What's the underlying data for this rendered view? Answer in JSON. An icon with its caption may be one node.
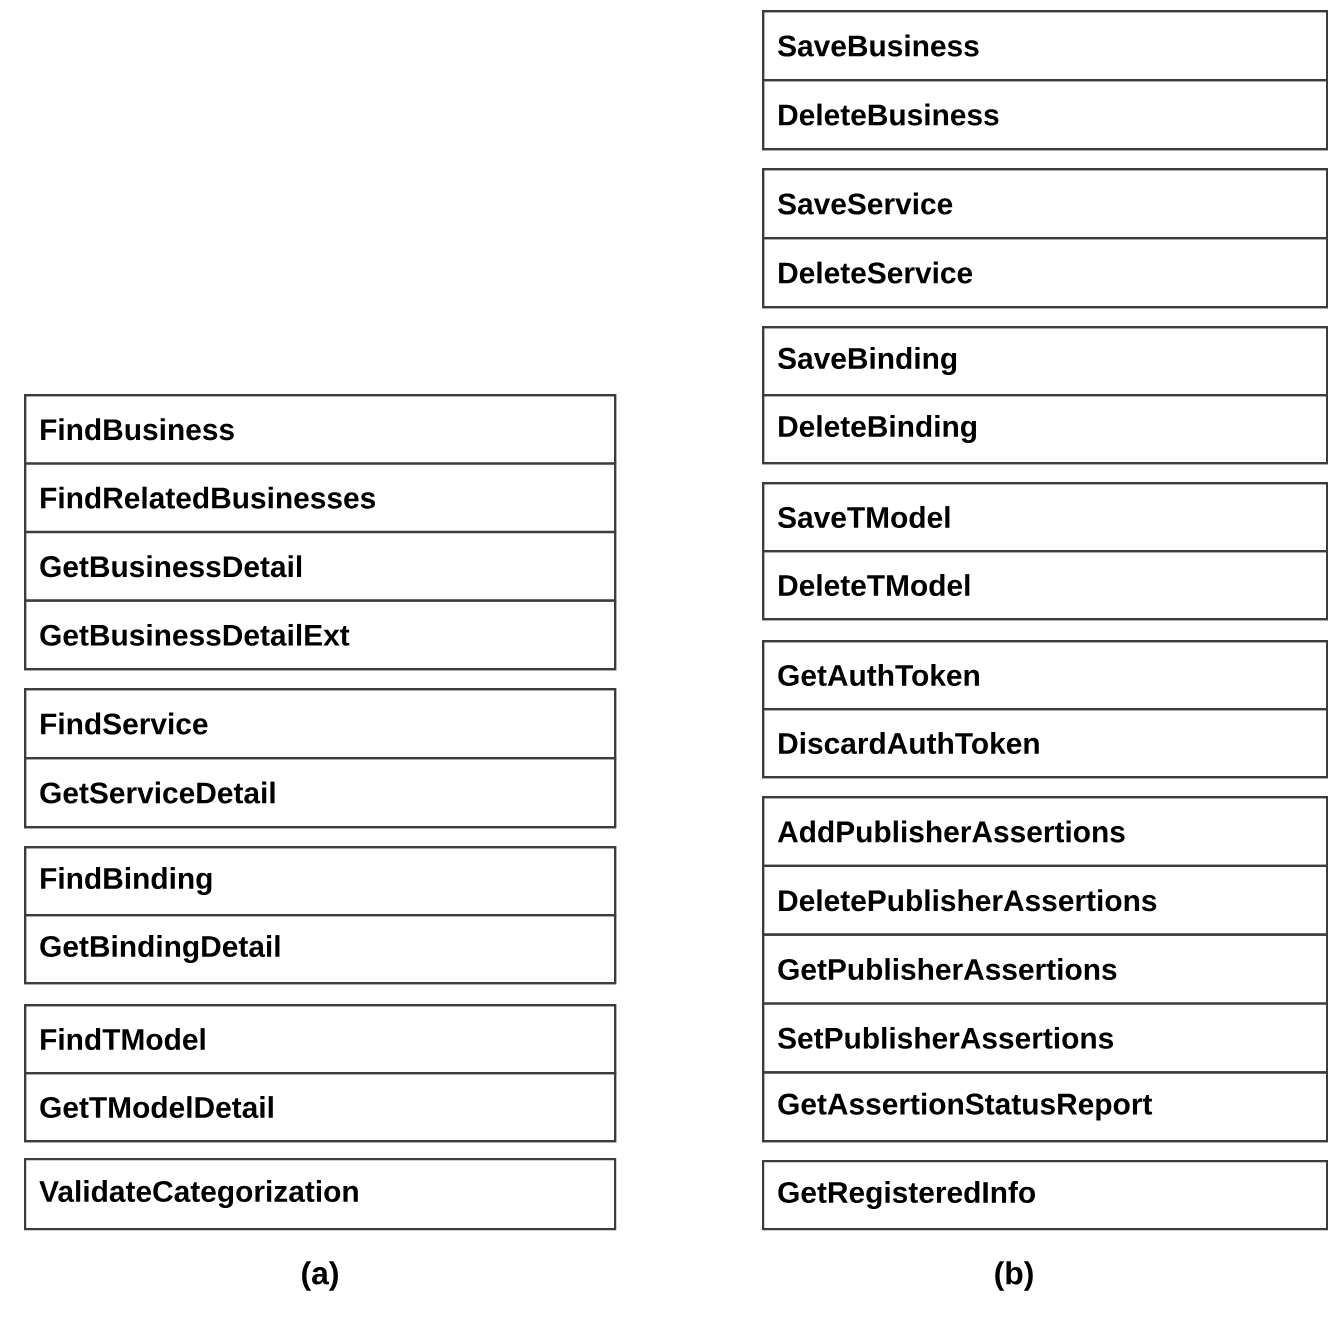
{
  "diagram": {
    "nodes": [
      {
        "text": [],
        "shape": "box"
      },
      {
        "text": [
          "FindBusiness"
        ],
        "in": 0
      },
      {
        "text": [
          "FindRelatedBusinesses"
        ],
        "in": 0
      },
      {
        "text": [
          "GetBusinessDetail"
        ],
        "in": 0
      },
      {
        "text": [
          "GetBusinessDetailExt"
        ],
        "in": 0
      },
      {
        "text": [],
        "shape": "box"
      },
      {
        "text": [
          "FindService"
        ],
        "in": 5
      },
      {
        "text": [
          "GetServiceDetail"
        ],
        "in": 5
      },
      {
        "text": [],
        "shape": "box"
      },
      {
        "text": [
          "FindBinding"
        ],
        "in": 8
      },
      {
        "text": [
          "GetBindingDetail"
        ],
        "in": 8
      },
      {
        "text": [],
        "shape": "box"
      },
      {
        "text": [
          "FindTModel"
        ],
        "in": 11
      },
      {
        "text": [
          "GetTModelDetail"
        ],
        "in": 11
      },
      {
        "text": [
          "ValidateCategorization"
        ]
      },
      {
        "text": [],
        "shape": "box"
      },
      {
        "text": [
          "SaveBusiness"
        ],
        "in": 15
      },
      {
        "text": [
          "DeleteBusiness"
        ],
        "in": 15
      },
      {
        "text": [],
        "shape": "box"
      },
      {
        "text": [
          "SaveService"
        ],
        "in": 18
      },
      {
        "text": [
          "DeleteService"
        ],
        "in": 18
      },
      {
        "text": [],
        "shape": "box"
      },
      {
        "text": [
          "SaveBinding"
        ],
        "in": 21
      },
      {
        "text": [
          "DeleteBinding"
        ],
        "in": 21
      },
      {
        "text": [],
        "shape": "box"
      },
      {
        "text": [
          "SaveTModel"
        ],
        "in": 24
      },
      {
        "text": [
          "DeleteTModel"
        ],
        "in": 24
      },
      {
        "text": [],
        "shape": "box"
      },
      {
        "text": [
          "GetAuthToken"
        ],
        "in": 27
      },
      {
        "text": [
          "DiscardAuthToken"
        ],
        "in": 27
      },
      {
        "text": [],
        "shape": "box"
      },
      {
        "text": [
          "AddPublisherAssertions"
        ],
        "in": 30
      },
      {
        "text": [
          "DeletePublisherAssertions"
        ],
        "in": 30
      },
      {
        "text": [
          "GetPublisherAssertions"
        ],
        "in": 30
      },
      {
        "text": [
          "SetPublisherAssertions"
        ],
        "in": 30
      },
      {
        "text": [
          "GetAssertionStatusReport"
        ],
        "in": 30
      },
      {
        "text": [
          "GetRegisteredInfo"
        ]
      }
    ],
    "labels": [
      "(a)",
      "(b)"
    ]
  }
}
